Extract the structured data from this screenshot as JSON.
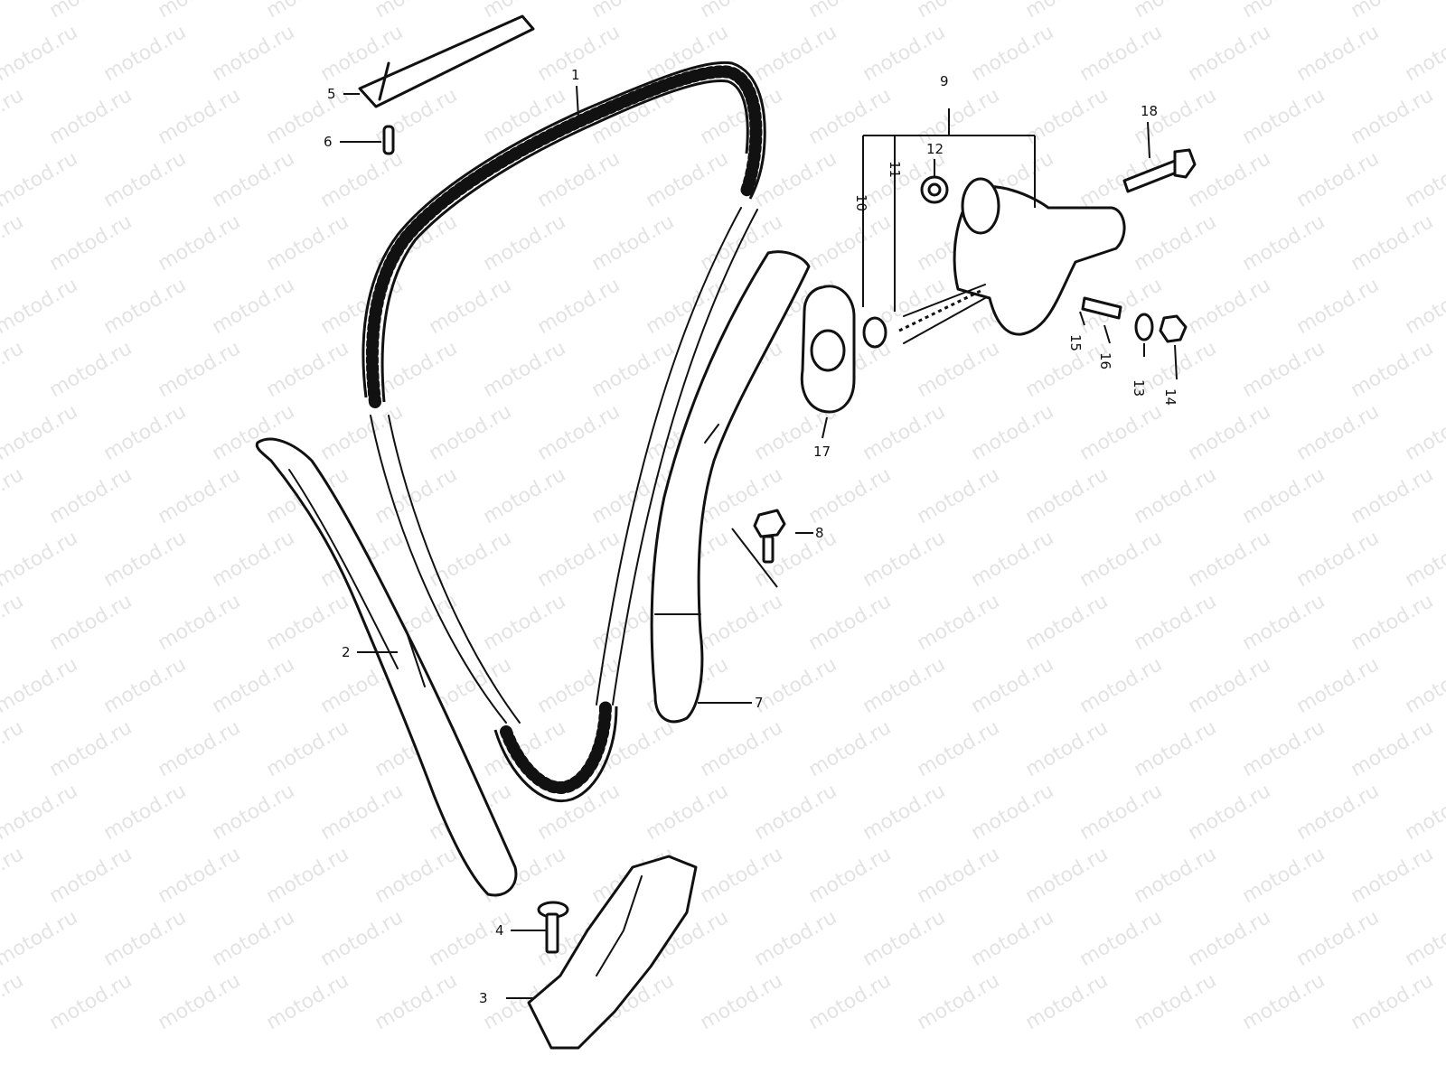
{
  "watermark": "motod.ru",
  "colors": {
    "line": "#111111",
    "background": "#ffffff",
    "watermark": "#c8c8c8"
  },
  "callouts": [
    {
      "id": "1",
      "label": "1"
    },
    {
      "id": "2",
      "label": "2"
    },
    {
      "id": "3",
      "label": "3"
    },
    {
      "id": "4",
      "label": "4"
    },
    {
      "id": "5",
      "label": "5"
    },
    {
      "id": "6",
      "label": "6"
    },
    {
      "id": "7",
      "label": "7"
    },
    {
      "id": "8",
      "label": "8"
    },
    {
      "id": "9",
      "label": "9"
    },
    {
      "id": "10",
      "label": "10"
    },
    {
      "id": "11",
      "label": "11"
    },
    {
      "id": "12",
      "label": "12"
    },
    {
      "id": "13",
      "label": "13"
    },
    {
      "id": "14",
      "label": "14"
    },
    {
      "id": "15",
      "label": "15"
    },
    {
      "id": "16",
      "label": "16"
    },
    {
      "id": "17",
      "label": "17"
    },
    {
      "id": "18",
      "label": "18"
    }
  ]
}
